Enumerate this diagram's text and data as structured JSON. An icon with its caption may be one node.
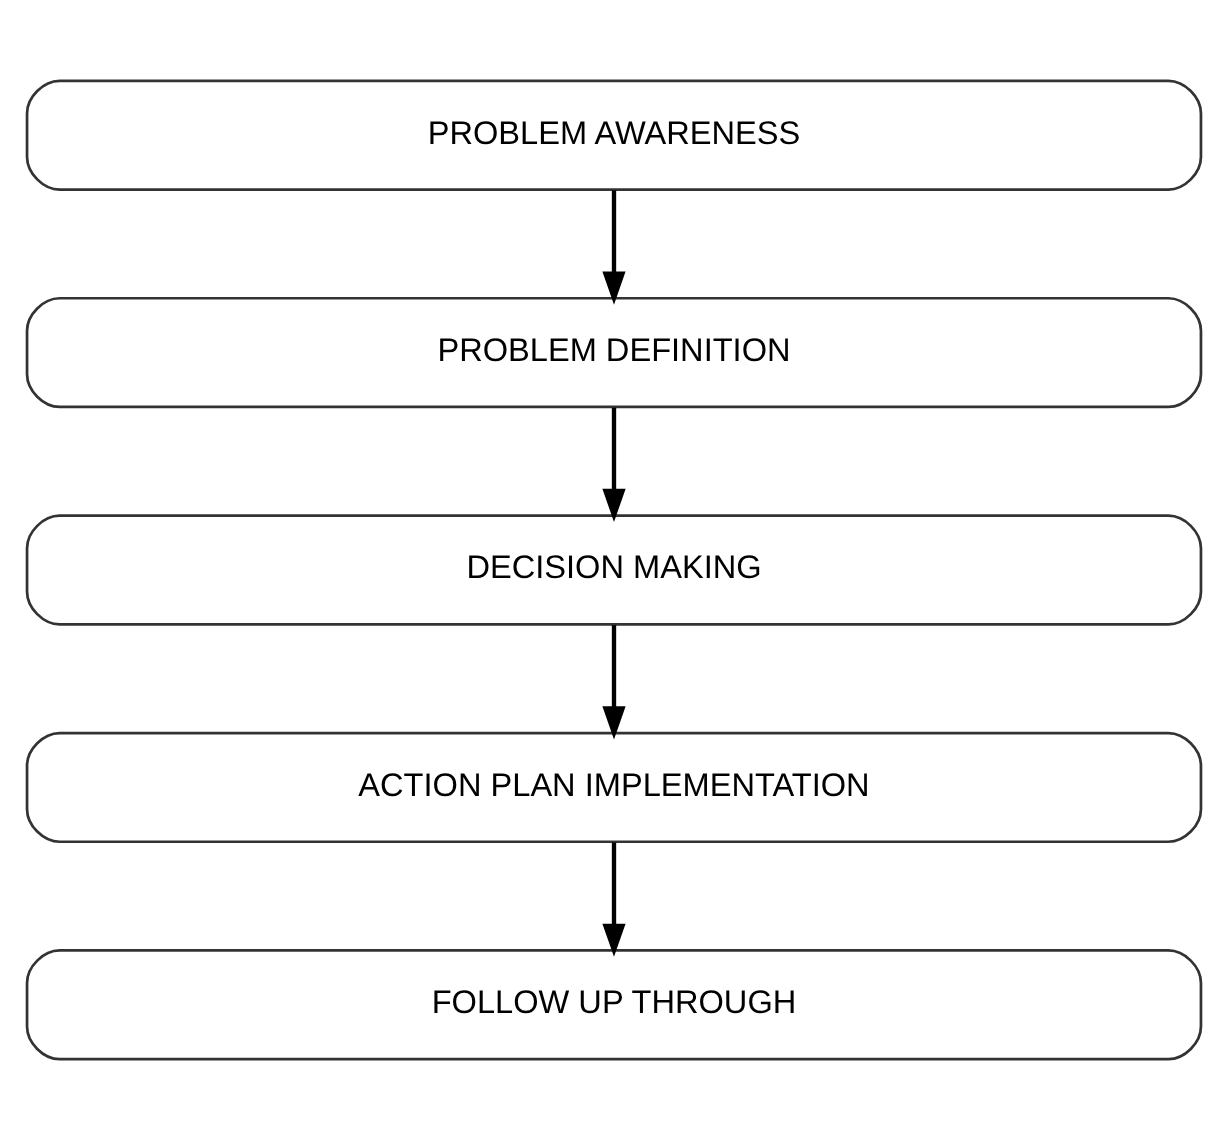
{
  "diagram": {
    "nodes": [
      {
        "text": [
          "PROBLEM AWARENESS"
        ]
      },
      {
        "text": [
          "PROBLEM DEFINITION"
        ]
      },
      {
        "text": [
          "DECISION MAKING"
        ]
      },
      {
        "text": [
          "ACTION PLAN IMPLEMENTATION"
        ]
      },
      {
        "text": [
          "FOLLOW UP THROUGH"
        ]
      }
    ],
    "edges": [
      {
        "from": 0,
        "to": 1,
        "arrow": "to"
      },
      {
        "from": 1,
        "to": 2,
        "arrow": "to"
      },
      {
        "from": 2,
        "to": 3,
        "arrow": "to"
      },
      {
        "from": 3,
        "to": 4,
        "arrow": "to"
      }
    ]
  }
}
